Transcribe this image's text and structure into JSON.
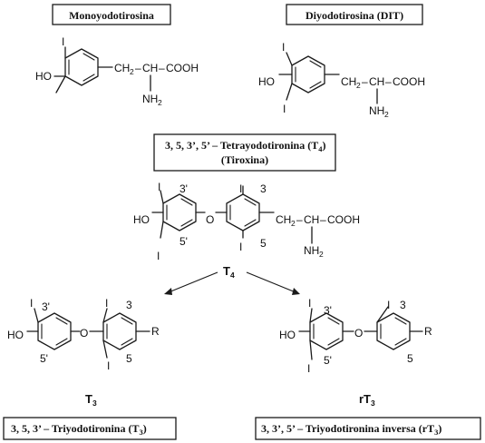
{
  "titles": {
    "mit": "Monoyodotirosina",
    "dit": "Diyodotirosina (DIT)",
    "t4_line1": "3, 5, 3’, 5’ – Tetrayodotironina (T",
    "t4_line1_sub": "4",
    "t4_line1_end": ")",
    "t4_line2": "(Tiroxina)",
    "t3": "3, 5, 3’ – Triyodotironina (T",
    "t3_sub": "3",
    "t3_end": ")",
    "rt3": "3, 3’, 5’ – Triyodotironina inversa (rT",
    "rt3_sub": "3",
    "rt3_end": ")"
  },
  "atoms": {
    "I": "I",
    "HO": "HO",
    "O": "O",
    "R": "R",
    "COOH": "COOH",
    "NH": "NH",
    "NH_sub": "2",
    "CH": "CH",
    "CH_sub": "2",
    "CH_end": "CH",
    "dash": "–"
  },
  "positions": {
    "p3": "3",
    "p5": "5",
    "p3p": "3'",
    "p5p": "5'"
  },
  "symbols": {
    "t4": "T",
    "t4_sub": "4",
    "t3": "T",
    "t3_sub": "3",
    "rt3": "rT",
    "rt3_sub": "3"
  }
}
